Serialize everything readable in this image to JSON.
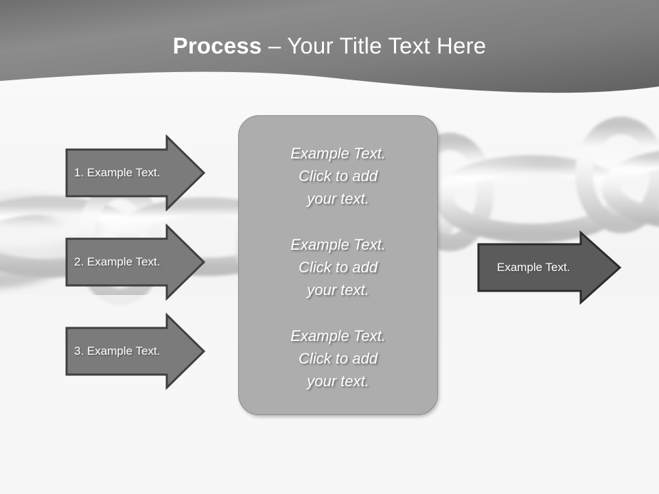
{
  "slide": {
    "background_color": "#f7f7f7",
    "background_image": "chain-links-photo"
  },
  "header": {
    "title_bold": "Process ",
    "title_rest": "– Your Title Text Here",
    "gradient_from": "#8f8f8f",
    "gradient_to": "#5f5f5f",
    "text_color": "#ffffff"
  },
  "left_arrows": [
    {
      "label": "1. Example Text.",
      "fill": "#7b7b7b",
      "stroke": "#3f3f3f"
    },
    {
      "label": "2. Example Text.",
      "fill": "#7b7b7b",
      "stroke": "#3f3f3f"
    },
    {
      "label": "3. Example Text.",
      "fill": "#7b7b7b",
      "stroke": "#3f3f3f"
    }
  ],
  "center_panel": {
    "fill": "#adadad",
    "stroke": "#8a8a8a",
    "blocks": [
      "Example Text.\nClick  to add\nyour text.",
      "Example Text.\nClick  to add\nyour text.",
      "Example Text.\nClick  to add\nyour text."
    ]
  },
  "right_arrow": {
    "label": "Example Text.",
    "fill": "#5b5b5b",
    "stroke": "#2b2b2b"
  }
}
